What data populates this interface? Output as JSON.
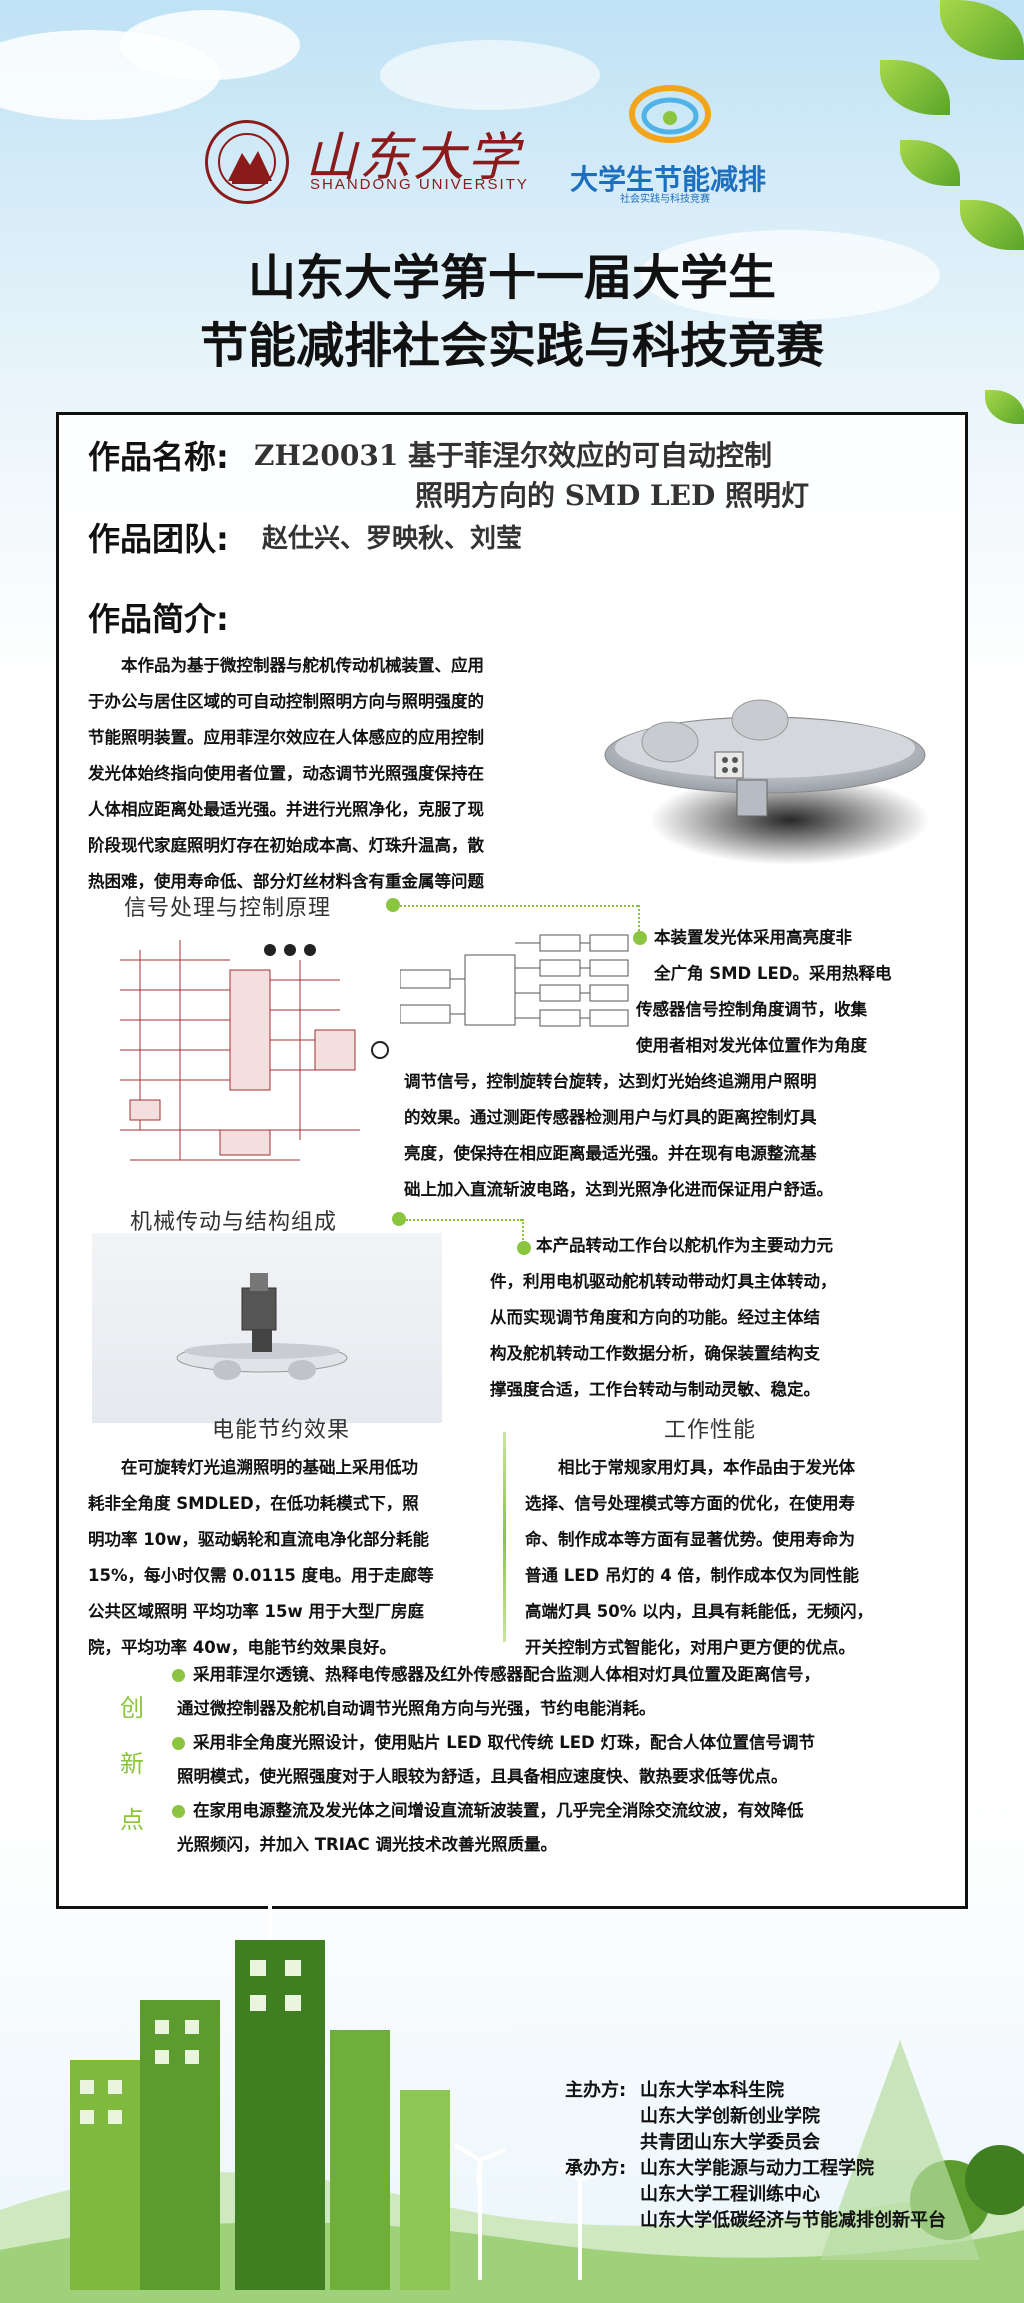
{
  "header": {
    "sdu_name": "山东大学",
    "sdu_name_en": "SHANDONG UNIVERSITY",
    "competition_logo_name": "大学生节能减排",
    "competition_logo_sub": "社会实践与科技竞赛",
    "title_line1": "山东大学第十一届大学生",
    "title_line2": "节能减排社会实践与科技竞赛"
  },
  "work": {
    "name_label": "作品名称:",
    "name_line1": "ZH20031  基于菲涅尔效应的可自动控制",
    "name_line2": "照明方向的 SMD LED 照明灯",
    "team_label": "作品团队:",
    "team_value": "赵仕兴、罗映秋、刘莹",
    "intro_label": "作品简介:",
    "intro_lines": [
      "本作品为基于微控制器与舵机传动机械装置、应用",
      "于办公与居住区域的可自动控制照明方向与照明强度的",
      "节能照明装置。应用菲涅尔效应在人体感应的应用控制",
      "发光体始终指向使用者位置，动态调节光照强度保持在",
      "人体相应距离处最适光强。并进行光照净化，克服了现",
      "阶段现代家庭照明灯存在初始成本高、灯珠升温高，散",
      "热困难，使用寿命低、部分灯丝材料含有重金属等问题"
    ]
  },
  "signal": {
    "heading": "信号处理与控制原理",
    "lines": [
      "本装置发光体采用高亮度非",
      "全广角 SMD LED。采用热释电",
      "传感器信号控制角度调节，收集",
      "使用者相对发光体位置作为角度",
      "调节信号，控制旋转台旋转，达到灯光始终追溯用户照明",
      "的效果。通过测距传感器检测用户与灯具的距离控制灯具",
      "亮度，使保持在相应距离最适光强。并在现有电源整流基",
      "础上加入直流斩波电路，达到光照净化进而保证用户舒适。"
    ]
  },
  "mechanical": {
    "heading": "机械传动与结构组成",
    "lines": [
      "本产品转动工作台以舵机作为主要动力元",
      "件，利用电机驱动舵机转动带动灯具主体转动，",
      "从而实现调节角度和方向的功能。经过主体结",
      "构及舵机转动工作数据分析，确保装置结构支",
      "撑强度合适，工作台转动与制动灵敏、稳定。"
    ]
  },
  "energy": {
    "heading": "电能节约效果",
    "lines": [
      "在可旋转灯光追溯照明的基础上采用低功",
      "耗非全角度 SMDLED，在低功耗模式下，照",
      "明功率 10w，驱动蜗轮和直流电净化部分耗能",
      "15%，每小时仅需 0.0115 度电。用于走廊等",
      "公共区域照明 平均功率 15w 用于大型厂房庭",
      "院，平均功率 40w，电能节约效果良好。"
    ]
  },
  "performance": {
    "heading": "工作性能",
    "lines": [
      "相比于常规家用灯具，本作品由于发光体",
      "选择、信号处理模式等方面的优化，在使用寿",
      "命、制作成本等方面有显著优势。使用寿命为",
      "普通 LED 吊灯的 4 倍，制作成本仅为同性能",
      "高端灯具 50% 以内，且具有耗能低，无频闪，",
      "开关控制方式智能化，对用户更方便的优点。"
    ]
  },
  "innovation": {
    "side_chars": [
      "创",
      "新",
      "点"
    ],
    "items": [
      {
        "line1": "采用菲涅尔透镜、热释电传感器及红外传感器配合监测人体相对灯具位置及距离信号，",
        "line2": "通过微控制器及舵机自动调节光照角方向与光强，节约电能消耗。"
      },
      {
        "line1": "采用非全角度光照设计，使用贴片 LED 取代传统 LED 灯珠，配合人体位置信号调节",
        "line2": "照明模式，使光照强度对于人眼较为舒适，且具备相应速度快、散热要求低等优点。"
      },
      {
        "line1": "在家用电源整流及发光体之间增设直流斩波装置，几乎完全消除交流纹波，有效降低",
        "line2": "光照频闪，并加入 TRIAC 调光技术改善光照质量。"
      }
    ]
  },
  "organizers": {
    "host_label": "主办方:",
    "hosts": [
      "山东大学本科生院",
      "山东大学创新创业学院",
      "共青团山东大学委员会"
    ],
    "undertaker_label": "承办方:",
    "undertakers": [
      "山东大学能源与动力工程学院",
      "山东大学工程训练中心",
      "山东大学低碳经济与节能减排创新平台"
    ]
  },
  "colors": {
    "accent_green": "#8bc53f",
    "sdu_red": "#8b1a1a",
    "competition_blue": "#1d6fc0"
  }
}
